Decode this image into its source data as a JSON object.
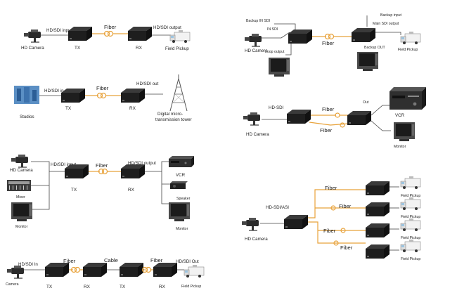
{
  "diagrams": [
    {
      "source": "HD Camera",
      "input_label": "HD/SDI input",
      "fiber_label": "Fiber",
      "output_label": "HD/SDI output",
      "tx": "TX",
      "rx": "RX",
      "destination": "Field Pickup"
    },
    {
      "source": "Studios",
      "input_label": "HD/SDI in",
      "fiber_label": "Fiber",
      "output_label": "HD/SDI out",
      "tx": "TX",
      "rx": "RX",
      "destination_line1": "Digital micro-",
      "destination_line2": "transmission tower"
    },
    {
      "sources": [
        "HD Camera",
        "Mixer",
        "Monitor"
      ],
      "input_label": "HD/SDI input",
      "fiber_label": "Fiber",
      "output_label": "HD/SDI output",
      "tx": "TX",
      "rx": "RX",
      "destinations": [
        "VCR",
        "Speaker",
        "Monitor"
      ]
    },
    {
      "source": "Camera",
      "input_label": "HD/SDI In",
      "fiber1": "Fiber",
      "cable": "Cable",
      "fiber2": "Fiber",
      "output_label": "HD/SDI Out",
      "devices": [
        "TX",
        "RX",
        "TX",
        "RX"
      ],
      "destination": "Field Pickup"
    },
    {
      "backup_in": "Backup IN SDI",
      "in_sdi": "IN SDI",
      "source": "HD Camera",
      "loop_output": "Loop output",
      "fiber_label": "Fiber",
      "backup_input": "Backup input",
      "main_output": "Main SDI output",
      "backup_out": "Backup OUT",
      "destination": "Field Pickup"
    },
    {
      "input_label": "HD-SDI",
      "source": "HD Camera",
      "fiber1": "Fiber",
      "fiber2": "Fiber",
      "out_label": "Out",
      "destinations": [
        "VCR",
        "Monitor"
      ]
    },
    {
      "input_label": "HD-SDI/ASI",
      "source": "HD Camera",
      "fibers": [
        "Fiber",
        "Fiber",
        "Fiber",
        "Fiber"
      ],
      "destinations": [
        "Field Pickup",
        "Field Pickup",
        "Field Pickup",
        "Field Pickup"
      ]
    }
  ],
  "colors": {
    "fiber": "#e8a23a",
    "device": "#1a1a1a",
    "line": "#444444"
  }
}
